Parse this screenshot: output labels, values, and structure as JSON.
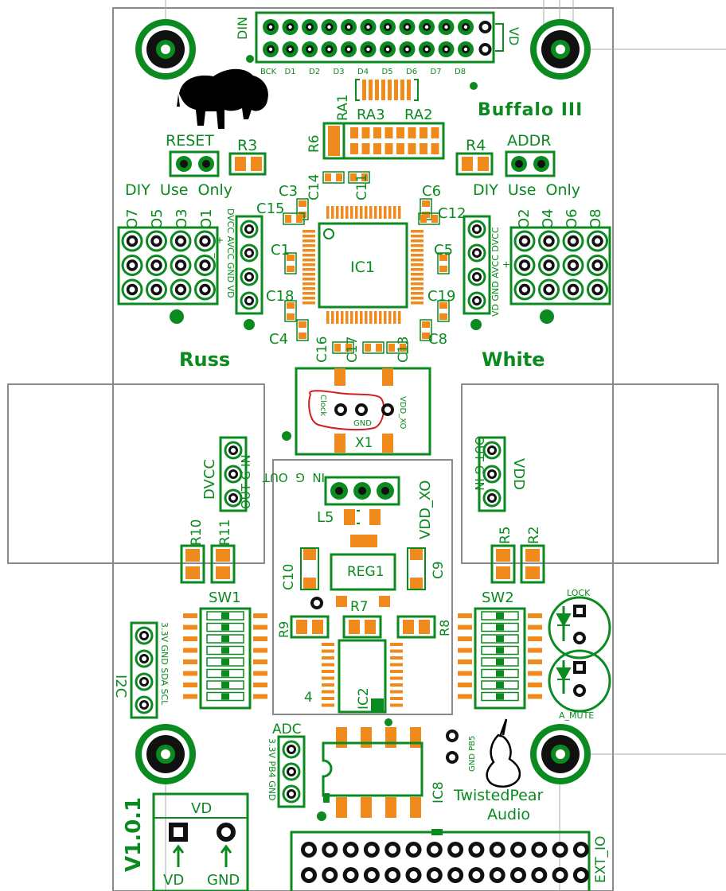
{
  "board": {
    "title": "Buffalo III",
    "version": "V1.0.1",
    "left_name": "Russ",
    "right_name": "White",
    "brand_line1": "TwistedPear",
    "brand_line2": "Audio"
  },
  "headers": {
    "din": "DIN",
    "vd_top": "VD",
    "din_pins": [
      "BCK",
      "D1",
      "D2",
      "D3",
      "D4",
      "D5",
      "D6",
      "D7",
      "D8"
    ],
    "reset": "RESET",
    "addr": "ADDR",
    "diy_left": "DIY  Use  Only",
    "diy_right": "DIY  Use  Only",
    "out_left": [
      "O7",
      "O5",
      "O3",
      "O1"
    ],
    "out_right": [
      "O2",
      "O4",
      "O6",
      "O8"
    ],
    "pwr_left": "DVCC AVCC GND VD",
    "pwr_left_sign": "+   _",
    "pwr_right": "VD GND AVCC DVCC",
    "pwr_right_sign": "_   +",
    "dvcc": "DVCC",
    "vdd": "VDD",
    "out_g_in_left": "OUT G IN",
    "out_g_in_right": "OUT G IN",
    "in_g_out": "IN  G  OUT",
    "vdd_xo": "VDD_XO",
    "clock": "Clock",
    "gnd": "GND",
    "vdd_xo_small": "VDD_XO",
    "i2c": "I2C",
    "i2c_pins": "3.3V GND SDA SCL",
    "adc": "ADC",
    "adc_pins": "3.3V PB4 GND",
    "gnd_pb5": "GND PB5",
    "lock": "LOCK",
    "a_mute": "A_MUTE",
    "ext_io": "EXT_IO",
    "vd_block": "VD",
    "vd_bottom": "VD",
    "gnd_bottom": "GND"
  },
  "refs": {
    "ic1": "IC1",
    "ic2": "IC2",
    "ic8": "IC8",
    "reg1": "REG1",
    "x1": "X1",
    "sw1": "SW1",
    "sw2": "SW2",
    "ra1": "RA1",
    "ra2": "RA2",
    "ra3": "RA3",
    "r2": "R2",
    "r3": "R3",
    "r4": "R4",
    "r5": "R5",
    "r6": "R6",
    "r7": "R7",
    "r8": "R8",
    "r9": "R9",
    "r10": "R10",
    "r11": "R11",
    "c1": "C1",
    "c3": "C3",
    "c4": "C4",
    "c5": "C5",
    "c6": "C6",
    "c8": "C8",
    "c9": "C9",
    "c10": "C10",
    "c11": "C11",
    "c12": "C12",
    "c13": "C13",
    "c14": "C14",
    "c15": "C15",
    "c16": "C16",
    "c17": "C17",
    "c18": "C18",
    "c19": "C19",
    "l5": "L5",
    "pin4": "4"
  },
  "colors": {
    "silkscreen": "#0a8a1f",
    "pad": "#f08a1c",
    "outline": "#8a8a8a",
    "highlight": "#d02020"
  }
}
